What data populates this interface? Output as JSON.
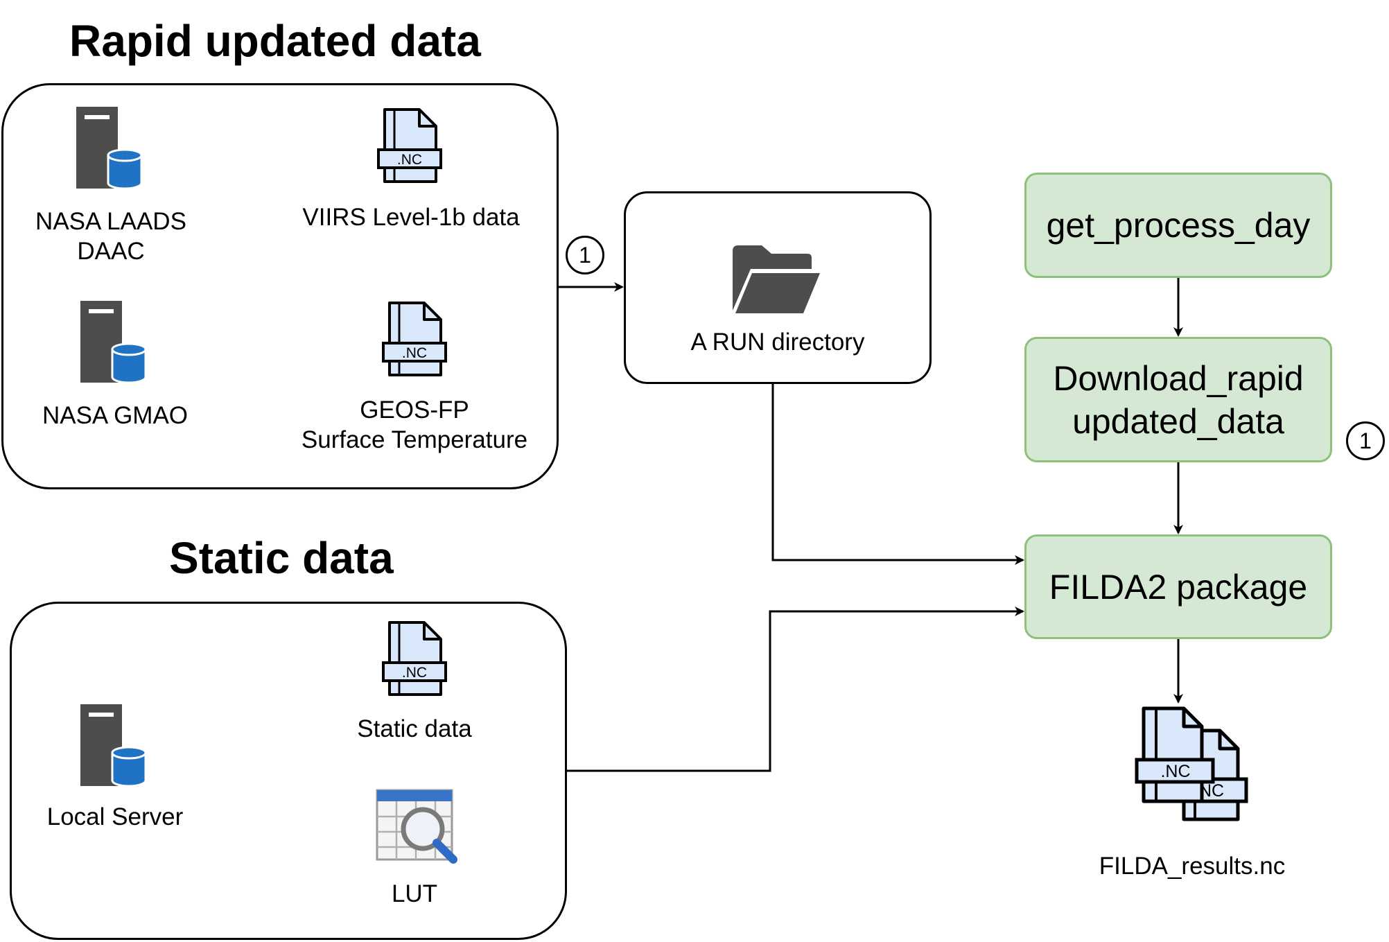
{
  "headings": {
    "rapid": "Rapid updated data",
    "static": "Static data"
  },
  "rapid_group": {
    "sources": [
      {
        "label": "NASA LAADS\nDAAC",
        "icon": "server-database-icon"
      },
      {
        "label": "NASA GMAO",
        "icon": "server-database-icon"
      }
    ],
    "files": [
      {
        "label": "VIIRS Level-1b data",
        "icon": "nc-file-icon",
        "tag": ".NC"
      },
      {
        "label": "GEOS-FP\nSurface Temperature",
        "icon": "nc-file-icon",
        "tag": ".NC"
      }
    ]
  },
  "static_group": {
    "source": {
      "label": "Local Server",
      "icon": "server-database-icon"
    },
    "files": [
      {
        "label": "Static data",
        "icon": "nc-file-icon",
        "tag": ".NC"
      },
      {
        "label": "LUT",
        "icon": "lut-table-search-icon"
      }
    ]
  },
  "run_directory": {
    "label": "A RUN directory",
    "icon": "folder-open-icon"
  },
  "steps": [
    {
      "label": "get_process_day"
    },
    {
      "label": "Download_rapid\nupdated_data"
    },
    {
      "label": "FILDA2 package"
    }
  ],
  "step_marker": "1",
  "results": {
    "label": "FILDA_results.nc",
    "icon": "nc-files-stack-icon",
    "tag_front": ".NC",
    "tag_back": "NC"
  },
  "colors": {
    "step_fill": "#d5e8d4",
    "step_border": "#8dc07a",
    "file_fill": "#dae8fc",
    "server_gray": "#4d4d4d",
    "db_blue": "#1f72c4"
  }
}
